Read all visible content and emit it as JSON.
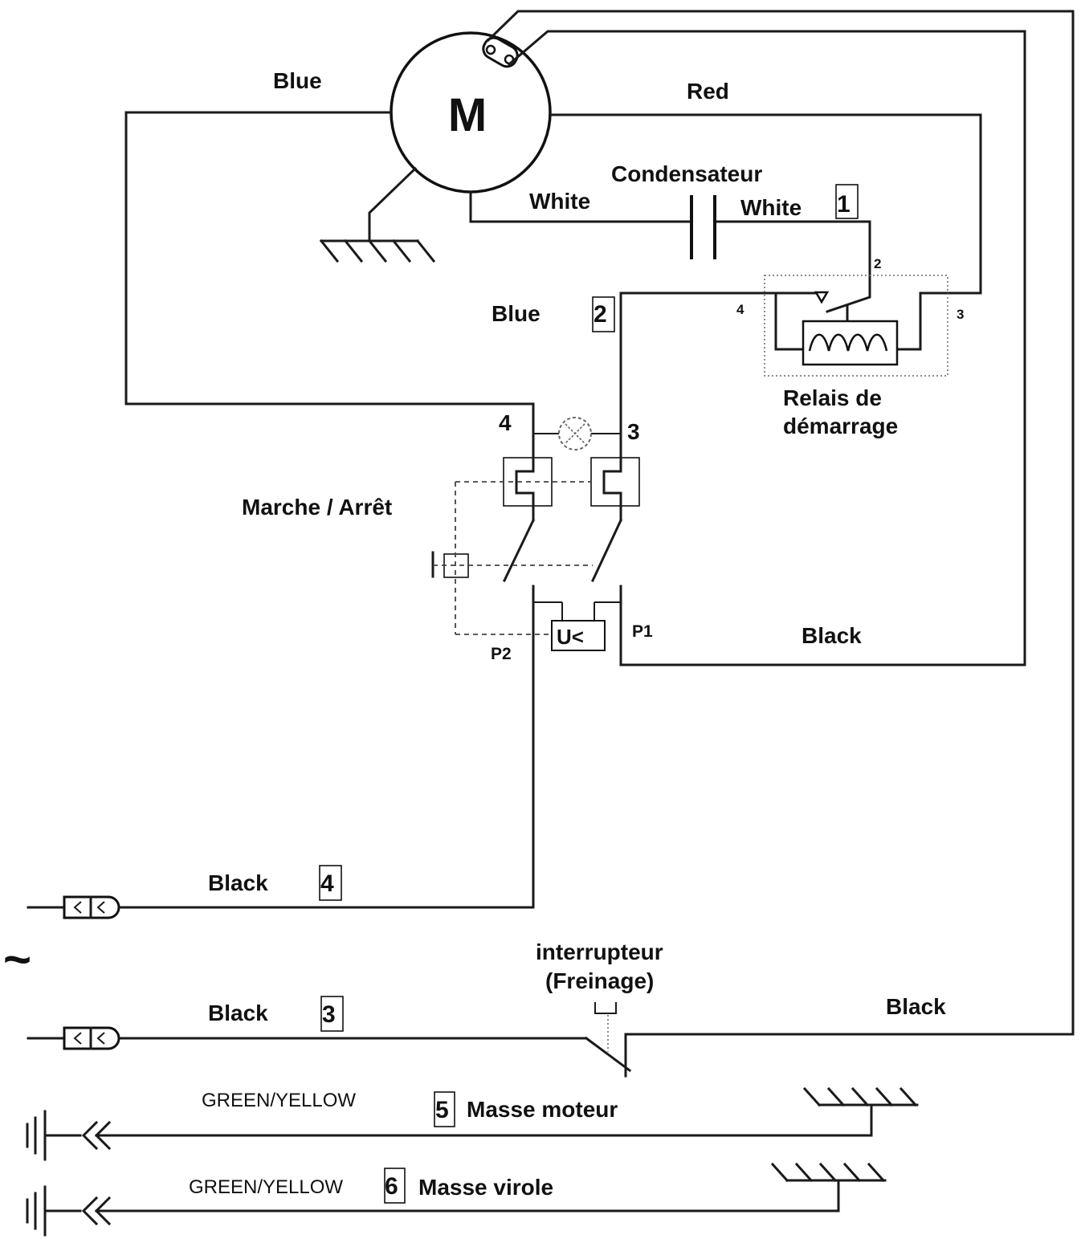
{
  "motor": {
    "symbol": "M"
  },
  "wires": {
    "blue_top": "Blue",
    "red": "Red",
    "white_left": "White",
    "white_right": "White",
    "blue_mid": "Blue",
    "black_p1": "Black",
    "black_line4": "Black",
    "black_line3": "Black",
    "black_right": "Black",
    "green_yellow_5": "GREEN/YELLOW",
    "green_yellow_6": "GREEN/YELLOW"
  },
  "components": {
    "capacitor": "Condensateur",
    "relay_line1": "Relais de",
    "relay_line2": "démarrage",
    "switch": "Marche / Arrêt",
    "undervoltage": "U<",
    "brake_switch_line1": "interrupteur",
    "brake_switch_line2": "(Freinage)",
    "mass_motor": "Masse moteur",
    "mass_ferrule": "Masse virole"
  },
  "terminals": {
    "box1": "1",
    "box2": "2",
    "box3": "3",
    "box4": "4",
    "box5": "5",
    "box6": "6",
    "relay_2": "2",
    "relay_3": "3",
    "relay_4": "4",
    "switch_4": "4",
    "switch_3": "3",
    "p1": "P1",
    "p2": "P2",
    "ac_symbol": "~"
  }
}
